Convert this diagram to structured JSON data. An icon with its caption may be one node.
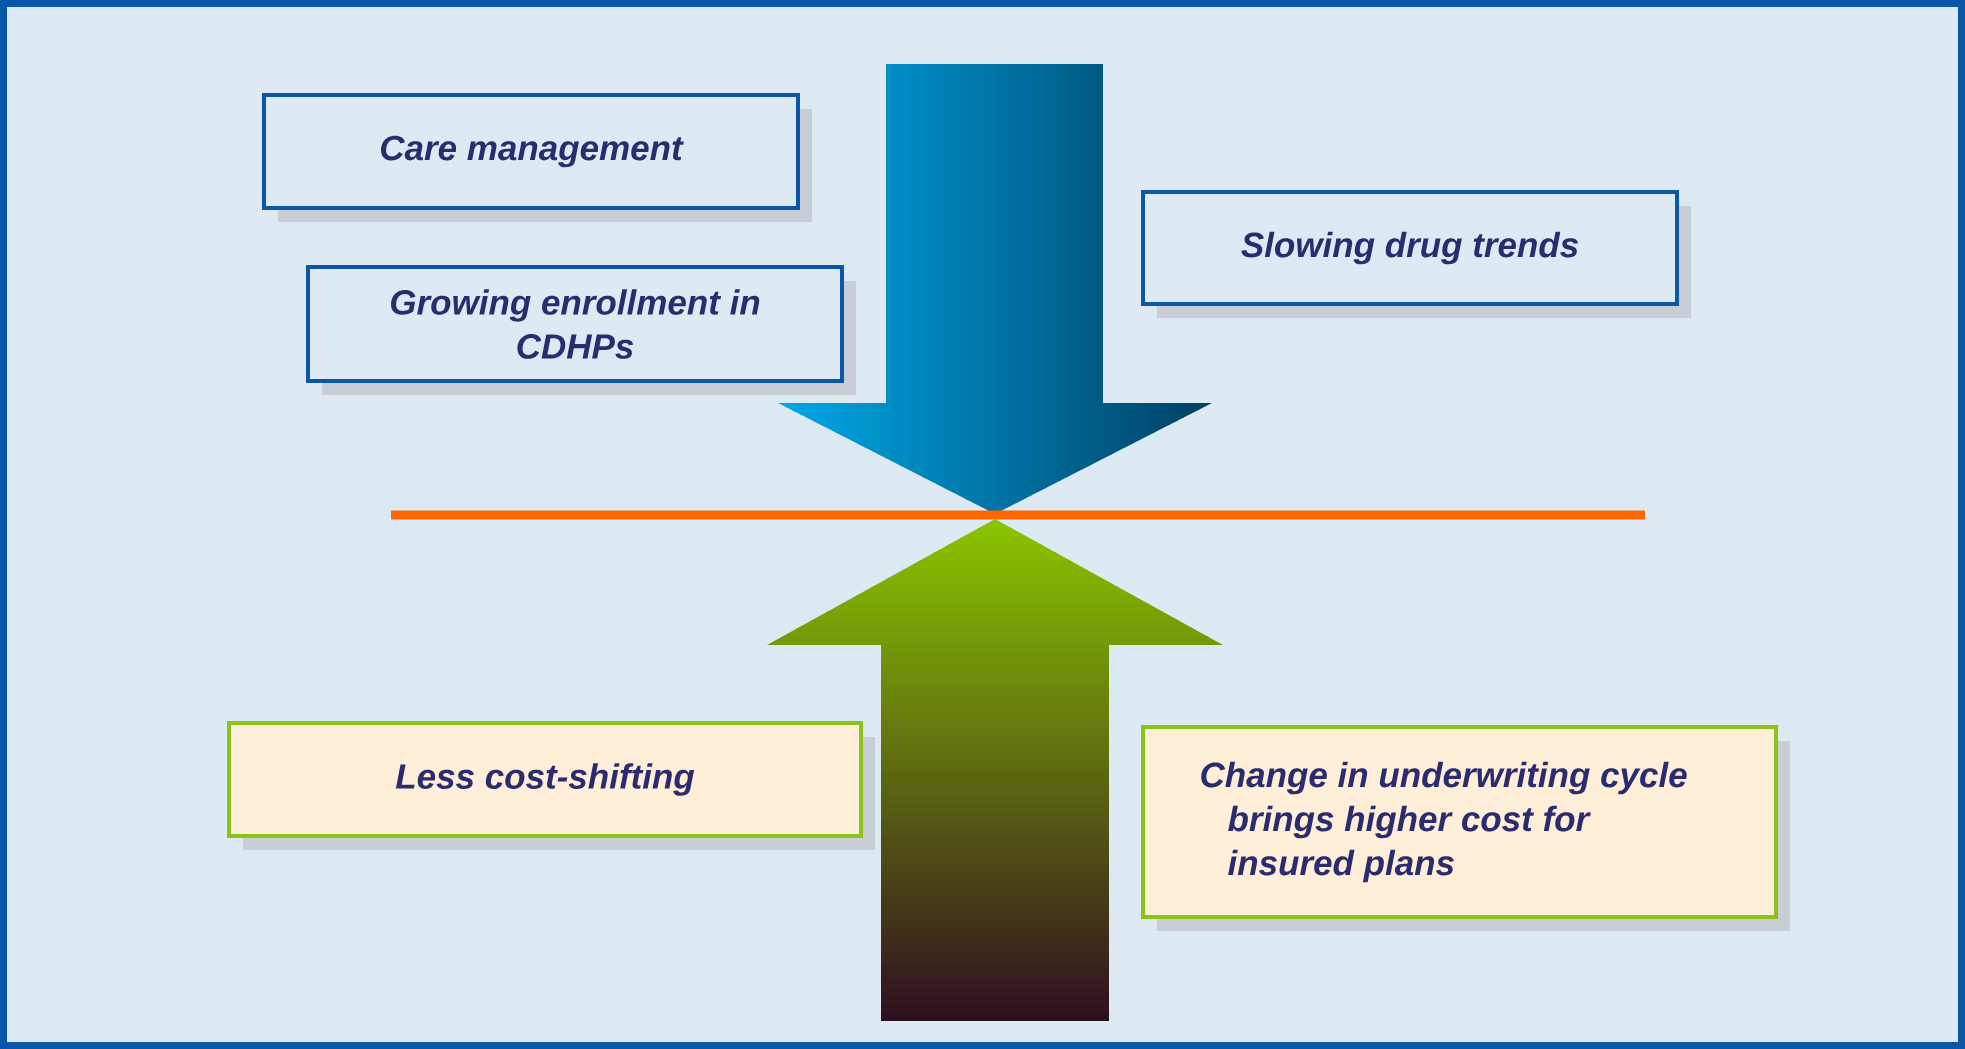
{
  "diagram": {
    "nodes": [
      {
        "text": [
          "Care management"
        ]
      },
      {
        "text": [
          "Growing enrollment in CDHPs"
        ]
      },
      {
        "text": [
          "Slowing drug trends"
        ]
      },
      {
        "text": [
          "Less cost-shifting"
        ]
      },
      {
        "text": [
          "Change in underwriting cycle brings higher cost for insured plans"
        ]
      }
    ]
  }
}
